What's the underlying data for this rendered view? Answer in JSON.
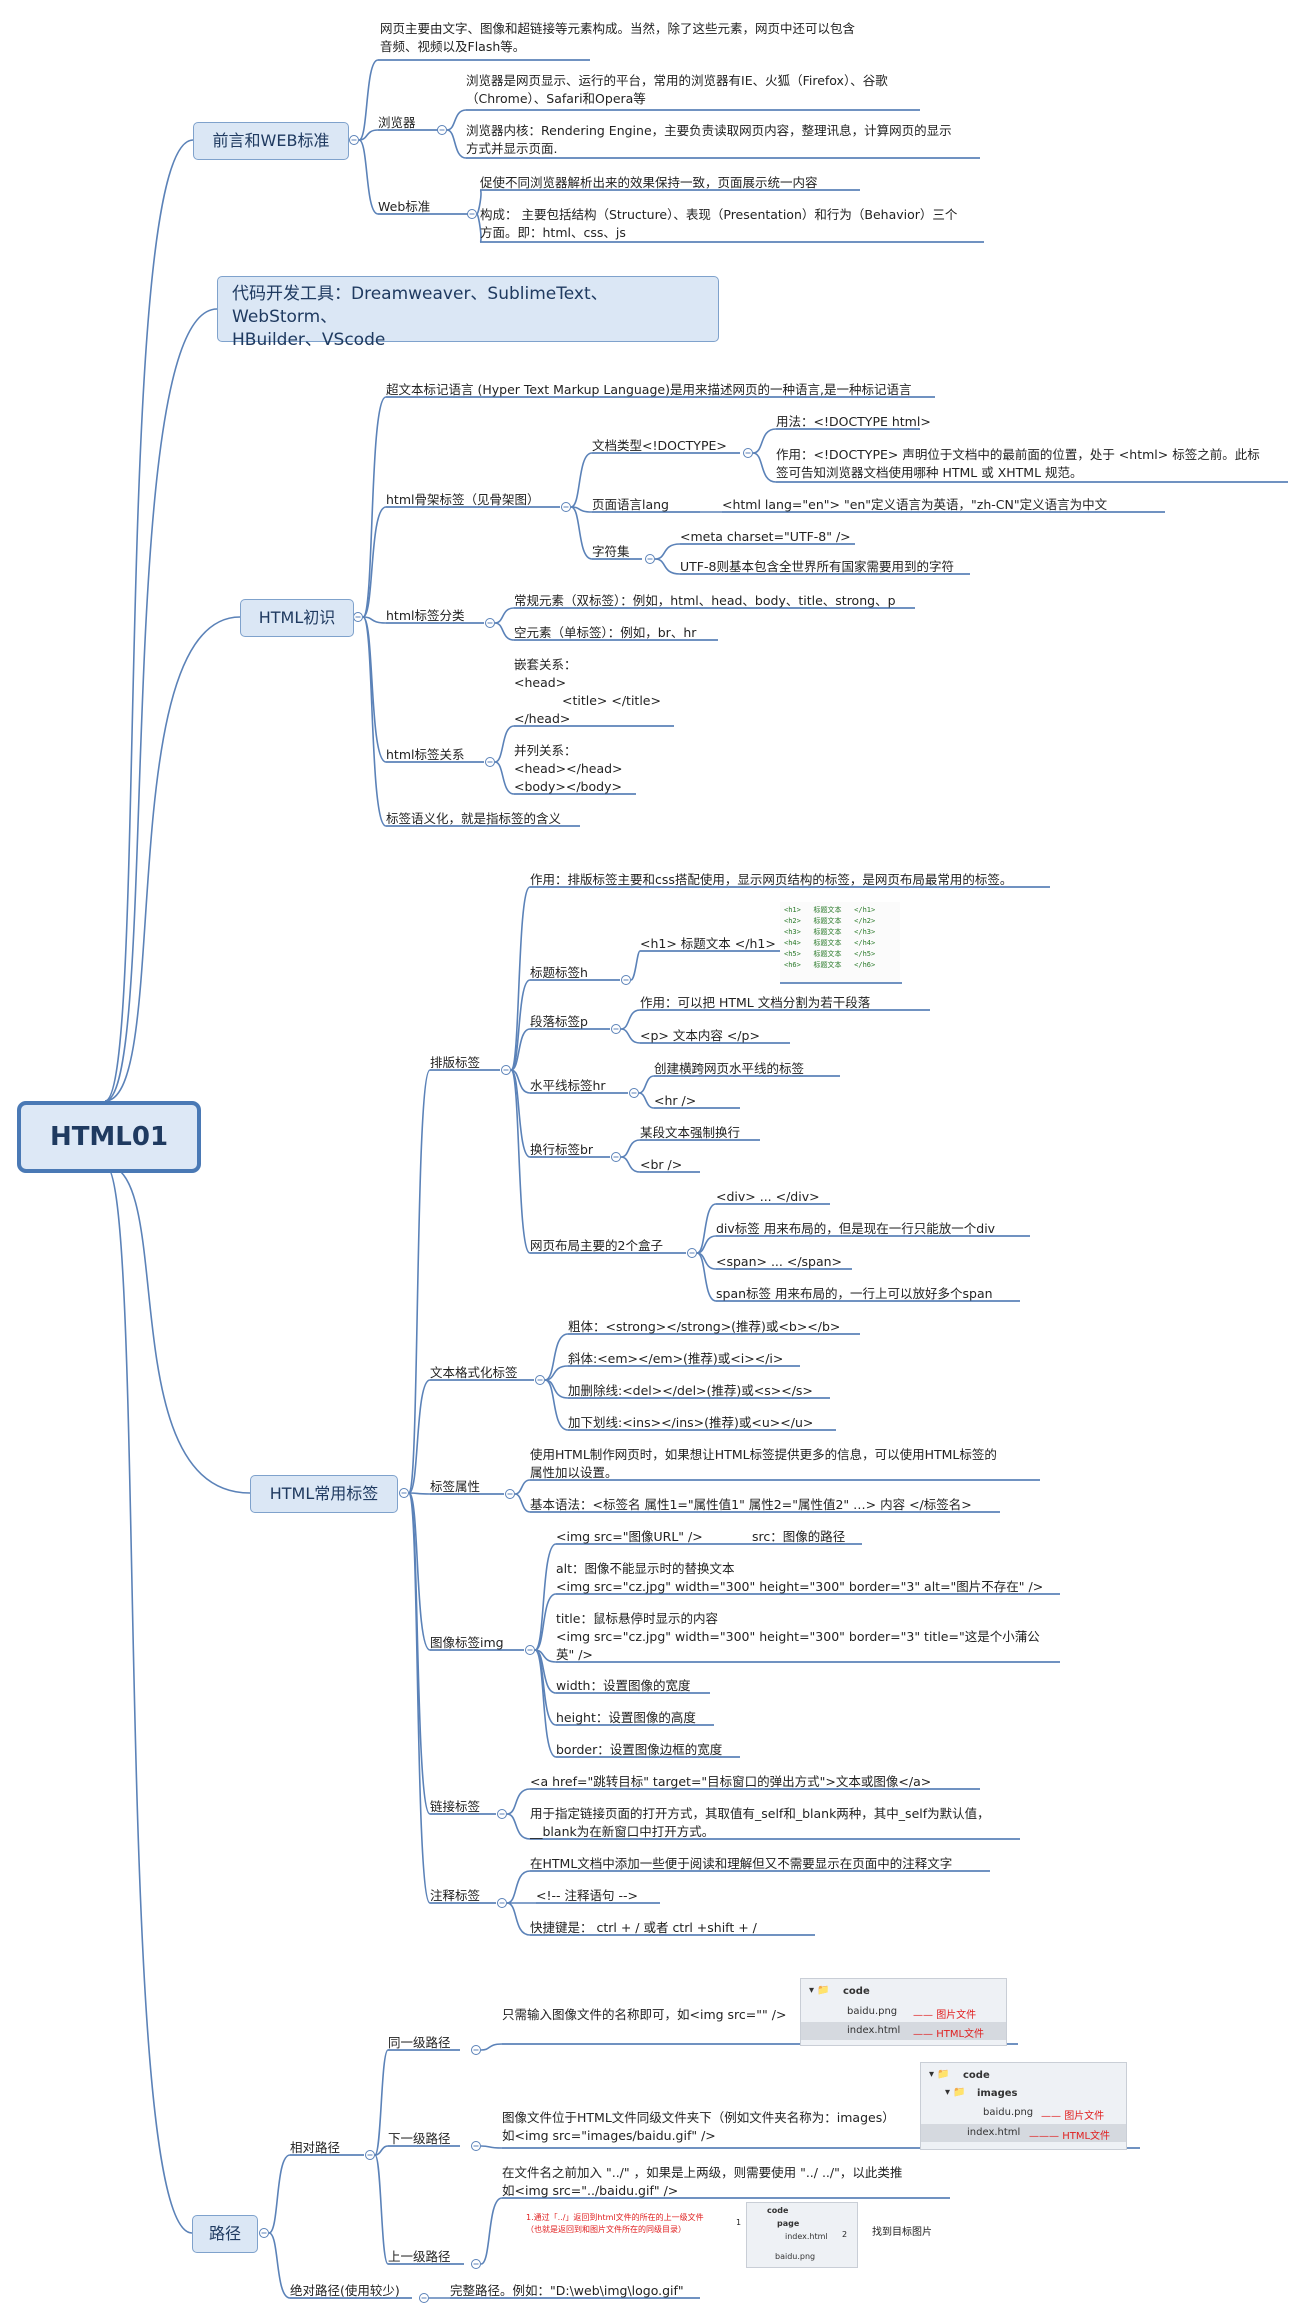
{
  "root": "HTML01",
  "intro": {
    "title": "前言和WEB标准",
    "desc1": "网页主要由文字、图像和超链接等元素构成。当然，除了这些元素，网页中还可以包含",
    "desc2": "音频、视频以及Flash等。",
    "browser": "浏览器",
    "browser_d1": "浏览器是网页显示、运行的平台，常用的浏览器有IE、火狐（Firefox）、谷歌",
    "browser_d2": "（Chrome）、Safari和Opera等",
    "kernel1": "浏览器内核：Rendering Engine，主要负责读取网页内容，整理讯息，计算网页的显示",
    "kernel2": "方式并显示页面.",
    "web": "Web标准",
    "web_d1": "促使不同浏览器解析出来的效果保持一致，页面展示统一内容",
    "web_d2a": "构成： 主要包括结构（Structure）、表现（Presentation）和行为（Behavior）三个",
    "web_d2b": "方面。即：html、css、js"
  },
  "tools": {
    "line1": "代码开发工具：Dreamweaver、SublimeText、WebStorm、",
    "line2": "HBuilder、VScode"
  },
  "html_intro": {
    "title": "HTML初识",
    "def": "超文本标记语言 (Hyper Text Markup Language)是用来描述网页的一种语言,是一种标记语言",
    "skeleton": "html骨架标签（见骨架图）",
    "doctype": "文档类型<!DOCTYPE>",
    "doctype_use": "用法：<!DOCTYPE html>",
    "doctype_eff1": "作用：<!DOCTYPE> 声明位于文档中的最前面的位置，处于 <html> 标签之前。此标",
    "doctype_eff2": "签可告知浏览器文档使用哪种 HTML 或 XHTML 规范。",
    "lang": "页面语言lang",
    "lang_d": "<html lang=\"en\">  \"en\"定义语言为英语，\"zh-CN\"定义语言为中文",
    "charset": "字符集",
    "charset_meta": "<meta charset=\"UTF-8\" />",
    "charset_d": "UTF-8则基本包含全世界所有国家需要用到的字符",
    "classify": "html标签分类",
    "double": "常规元素（双标签）：例如，html、head、body、title、strong、p",
    "single": "空元素（单标签）：例如，br、hr",
    "relation": "html标签关系",
    "nest": [
      "嵌套关系：",
      "<head>",
      "<title> </title>",
      "</head>"
    ],
    "sibling": [
      "并列关系：",
      "<head></head>",
      "<body></body>"
    ],
    "semantic": "标签语义化，就是指标签的含义"
  },
  "common": {
    "title": "HTML常用标签",
    "layout": "排版标签",
    "layout_eff": "作用：排版标签主要和css搭配使用，显示网页结构的标签，是网页布局最常用的标签。",
    "h": "标题标签h",
    "h_syntax": "<h1> 标题文本 </h1>",
    "h_rows": [
      "<h1>   标题文本   </h1>",
      "<h2>   标题文本   </h2>",
      "<h3>   标题文本   </h3>",
      "<h4>   标题文本   </h4>",
      "<h5>   标题文本   </h5>",
      "<h6>   标题文本   </h6>"
    ],
    "p": "段落标签p",
    "p_eff": "作用：可以把 HTML 文档分割为若干段落",
    "p_syntax": "<p>  文本内容  </p>",
    "hr": "水平线标签hr",
    "hr_eff": "创建横跨网页水平线的标签",
    "hr_syntax": "<hr />",
    "br": "换行标签br",
    "br_eff": "某段文本强制换行",
    "br_syntax": "<br />",
    "boxes": "网页布局主要的2个盒子",
    "div": "<div> ... </div>",
    "div_d": "div标签  用来布局的，但是现在一行只能放一个div",
    "span": "<span> ... </span>",
    "span_d": "span标签  用来布局的，一行上可以放好多个span",
    "textfmt": "文本格式化标签",
    "bold": "粗体：<strong></strong>(推荐)或<b></b>",
    "italic": "斜体:<em></em>(推荐)或<i></i>",
    "del": "加删除线:<del></del>(推荐)或<s></s>",
    "under": "加下划线:<ins></ins>(推荐)或<u></u>",
    "attr": "标签属性",
    "attr_d1": "使用HTML制作网页时，如果想让HTML标签提供更多的信息，可以使用HTML标签的",
    "attr_d2": "属性加以设置。",
    "attr_syntax": "基本语法：<标签名 属性1=\"属性值1\" 属性2=\"属性值2\" …> 内容 </标签名>",
    "img": "图像标签img",
    "img_syntax": "<img src=\"图像URL\" />",
    "img_src": "src：图像的路径",
    "alt1": "alt：图像不能显示时的替换文本",
    "alt2": "<img src=\"cz.jpg\" width=\"300\" height=\"300\" border=\"3\" alt=\"图片不存在\" />",
    "title1": "title：鼠标悬停时显示的内容",
    "title2": "<img src=\"cz.jpg\" width=\"300\" height=\"300\" border=\"3\" title=\"这是个小蒲公",
    "title3": "英\" />",
    "width": "width：设置图像的宽度",
    "height": "height：设置图像的高度",
    "border": "border：设置图像边框的宽度",
    "link": "链接标签",
    "link_syntax": "<a href=\"跳转目标\" target=\"目标窗口的弹出方式\">文本或图像</a>",
    "link_d1": "用于指定链接页面的打开方式，其取值有_self和_blank两种，其中_self为默认值，",
    "link_d2": "__blank为在新窗口中打开方式。",
    "comment": "注释标签",
    "comment_d": "在HTML文档中添加一些便于阅读和理解但又不需要显示在页面中的注释文字",
    "comment_syntax": "<!-- 注释语句 -->",
    "comment_key": "快捷键是：    ctrl + /       或者 ctrl +shift + /"
  },
  "path": {
    "title": "路径",
    "relative": "相对路径",
    "same": "同一级路径",
    "same_d": "只需输入图像文件的名称即可，如<img src=\"\" />",
    "down": "下一级路径",
    "down_d1": "图像文件位于HTML文件同级文件夹下（例如文件夹名称为：images）",
    "down_d2": "如<img src=\"images/baidu.gif\" />",
    "up": "上一级路径",
    "up_d1": "在文件名之前加入 \"../\" ，如果是上两级，则需要使用 \"../ ../\"，以此类推",
    "up_d2": "如<img src=\"../baidu.gif\" />",
    "absolute": "绝对路径(使用较少)",
    "absolute_d": "完整路径。例如：\"D:\\web\\img\\logo.gif\"",
    "shot1": {
      "folder": "code",
      "f1": "baidu.png",
      "f1_label": "图片文件",
      "f2": "index.html",
      "f2_label": "HTML文件"
    },
    "shot2": {
      "folder": "code",
      "sub": "images",
      "f1": "baidu.png",
      "f1_label": "图片文件",
      "f2": "index.html",
      "f2_label": "HTML文件"
    },
    "shot3": {
      "note1": "1.通过「../」返回到html文件的所在的上一级文件",
      "note2": "（也就是返回到和图片文件所在的同级目录）",
      "folder": "code",
      "sub": "page",
      "f1": "index.html",
      "f2": "baidu.png",
      "n1": "1",
      "n2": "2",
      "target": "找到目标图片"
    }
  }
}
